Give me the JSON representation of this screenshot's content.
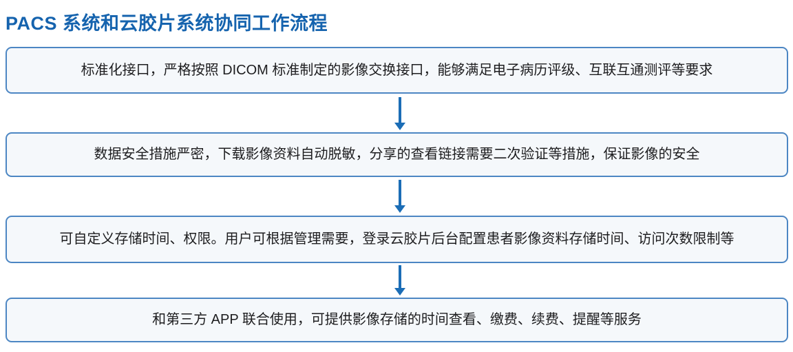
{
  "page": {
    "title": "PACS 系统和云胶片系统协同工作流程"
  },
  "colors": {
    "title_blue": "#1563ae",
    "box_border": "#4c86c3",
    "box_bg": "#f5f8fb",
    "arrow_blue": "#1b6db6",
    "text_dark": "#1d1d1f",
    "page_bg": "#ffffff"
  },
  "flow": {
    "steps": [
      {
        "text": "标准化接口，严格按照 DICOM 标准制定的影像交换接口，能够满足电子病历评级、互联互通测评等要求"
      },
      {
        "text": "数据安全措施严密，下载影像资料自动脱敏，分享的查看链接需要二次验证等措施，保证影像的安全"
      },
      {
        "text": "可自定义存储时间、权限。用户可根据管理需要，登录云胶片后台配置患者影像资料存储时间、访问次数限制等"
      },
      {
        "text": "和第三方 APP 联合使用，可提供影像存储的时间查看、缴费、续费、提醒等服务"
      }
    ]
  }
}
